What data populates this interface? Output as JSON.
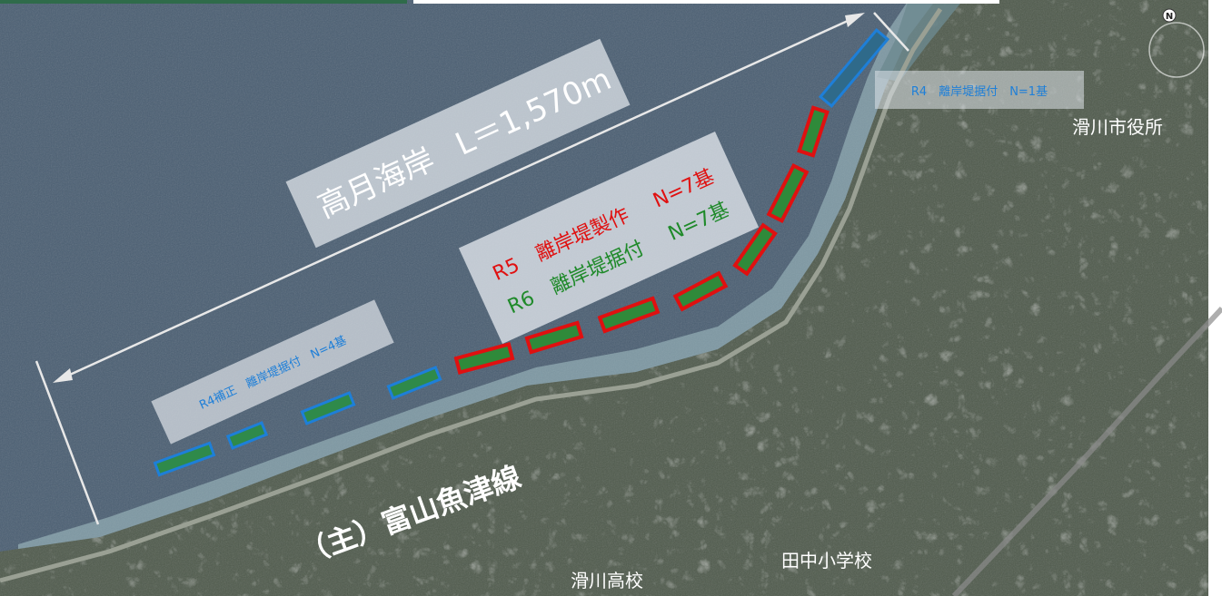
{
  "coast": {
    "name": "高月海岸",
    "length": "L＝1,570m"
  },
  "phases": {
    "r4_hosei": "R4補正　離岸堤据付　N=4基",
    "r4": "R4　離岸堤据付　N=1基",
    "r5_code": "R5",
    "r5_work": "離岸堤製作",
    "r5_count": "N=7基",
    "r6_code": "R6",
    "r6_work": "離岸堤据付",
    "r6_count": "N=7基"
  },
  "places": {
    "city_hall": "滑川市役所",
    "road": "（主）富山魚津線",
    "high_school": "滑川高校",
    "elementary_school": "田中小学校"
  },
  "compass": {
    "label": "N"
  },
  "colors": {
    "sea": "#4a5e72",
    "land": "#4f5a4c",
    "r4_blue": "#1e7fd8",
    "r5_red": "#e01010",
    "r6_green": "#1f8a2a",
    "box": "#dfe4ea"
  }
}
